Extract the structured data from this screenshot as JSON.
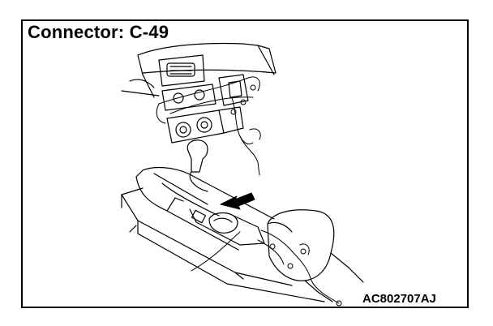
{
  "diagram": {
    "title": "Connector: C-49",
    "figure_code": "AC802707AJ"
  },
  "colors": {
    "ink": "#000000",
    "paper": "#ffffff"
  },
  "icons": {
    "pointer": "arrow-pointing-to-connector"
  }
}
